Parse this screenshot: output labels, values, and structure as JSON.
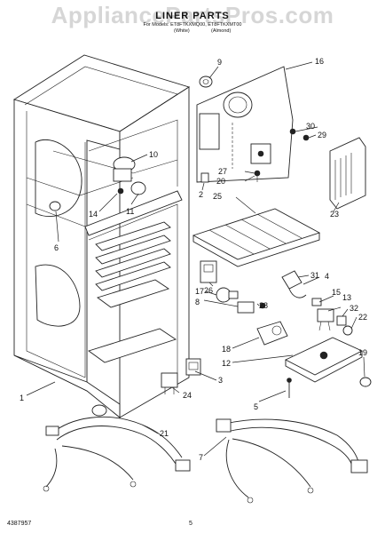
{
  "watermark": "AppliancePartsPros.com",
  "header": {
    "title": "LINER PARTS",
    "subtitle": "For Models: ET8FTKXMQ00, ET8FTKXMT00",
    "variant_left": "(White)",
    "variant_right": "(Almond)"
  },
  "callouts": {
    "c1": "1",
    "c2": "2",
    "c3": "3",
    "c4": "4",
    "c5": "5",
    "c6": "6",
    "c7": "7",
    "c8": "8",
    "c9": "9",
    "c10": "10",
    "c11": "11",
    "c12": "12",
    "c13": "13",
    "c14": "14",
    "c15": "15",
    "c16": "16",
    "c17": "17",
    "c18": "18",
    "c19": "19",
    "c20": "20",
    "c21": "21",
    "c22": "22",
    "c23": "23",
    "c24": "24",
    "c25": "25",
    "c26": "26",
    "c27": "27",
    "c28": "28",
    "c29": "29",
    "c30": "30",
    "c31": "31",
    "c32": "32"
  },
  "footer": {
    "document_number": "4387957",
    "page_number": "5"
  }
}
